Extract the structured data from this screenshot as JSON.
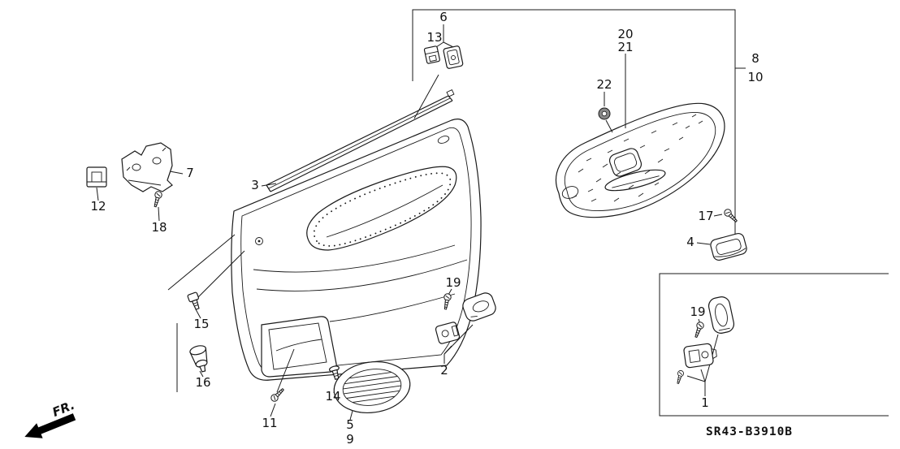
{
  "diagram": {
    "code": "SR43-B3910B",
    "fr_label": "FR."
  },
  "callouts": {
    "c6": "6",
    "c13": "13",
    "c3": "3",
    "c7": "7",
    "c12": "12",
    "c18": "18",
    "c15": "15",
    "c16": "16",
    "c11": "11",
    "c14": "14",
    "c5": "5",
    "c9": "9",
    "c2": "2",
    "c19_handle": "19",
    "c20": "20",
    "c21": "21",
    "c22": "22",
    "c8": "8",
    "c10": "10",
    "c17": "17",
    "c4": "4",
    "c19_box": "19",
    "c1": "1"
  }
}
